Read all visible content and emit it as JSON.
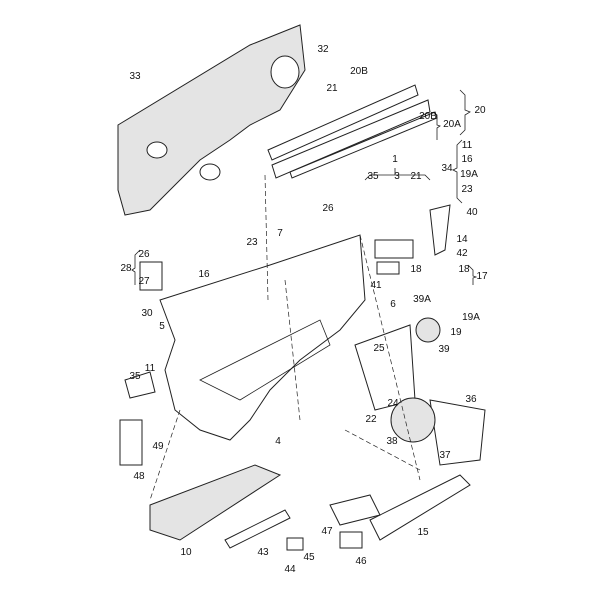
{
  "diagram": {
    "labels": [
      "32",
      "33",
      "20B",
      "21",
      "20",
      "20B",
      "20A",
      "1",
      "35",
      "3",
      "21",
      "11",
      "16",
      "34",
      "19A",
      "23",
      "40",
      "26",
      "14",
      "23",
      "7",
      "42",
      "26",
      "28",
      "18",
      "18",
      "17",
      "27",
      "16",
      "41",
      "6",
      "39A",
      "19A",
      "30",
      "5",
      "19",
      "39",
      "25",
      "11",
      "35",
      "36",
      "24",
      "22",
      "38",
      "37",
      "49",
      "4",
      "48",
      "47",
      "15",
      "10",
      "43",
      "45",
      "44",
      "46"
    ]
  }
}
